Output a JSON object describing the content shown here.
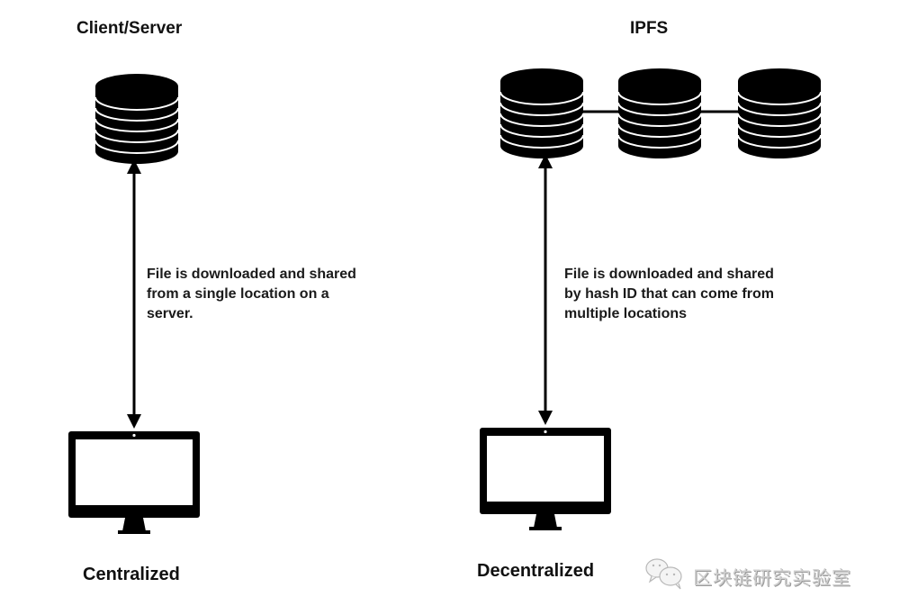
{
  "left_panel": {
    "title": "Client/Server",
    "description": "File is downloaded and shared\nfrom a single location on a\nserver.",
    "label": "Centralized",
    "server_count": 1
  },
  "right_panel": {
    "title": "IPFS",
    "description": "File is downloaded and shared\nby hash ID that can come from\nmultiple locations",
    "label": "Decentralized",
    "server_count": 3
  },
  "watermark": {
    "icon": "wechat-icon",
    "text": "区块链研究实验室"
  },
  "colors": {
    "ink": "#000000",
    "background": "#ffffff",
    "watermark": "#cfcfcf"
  }
}
